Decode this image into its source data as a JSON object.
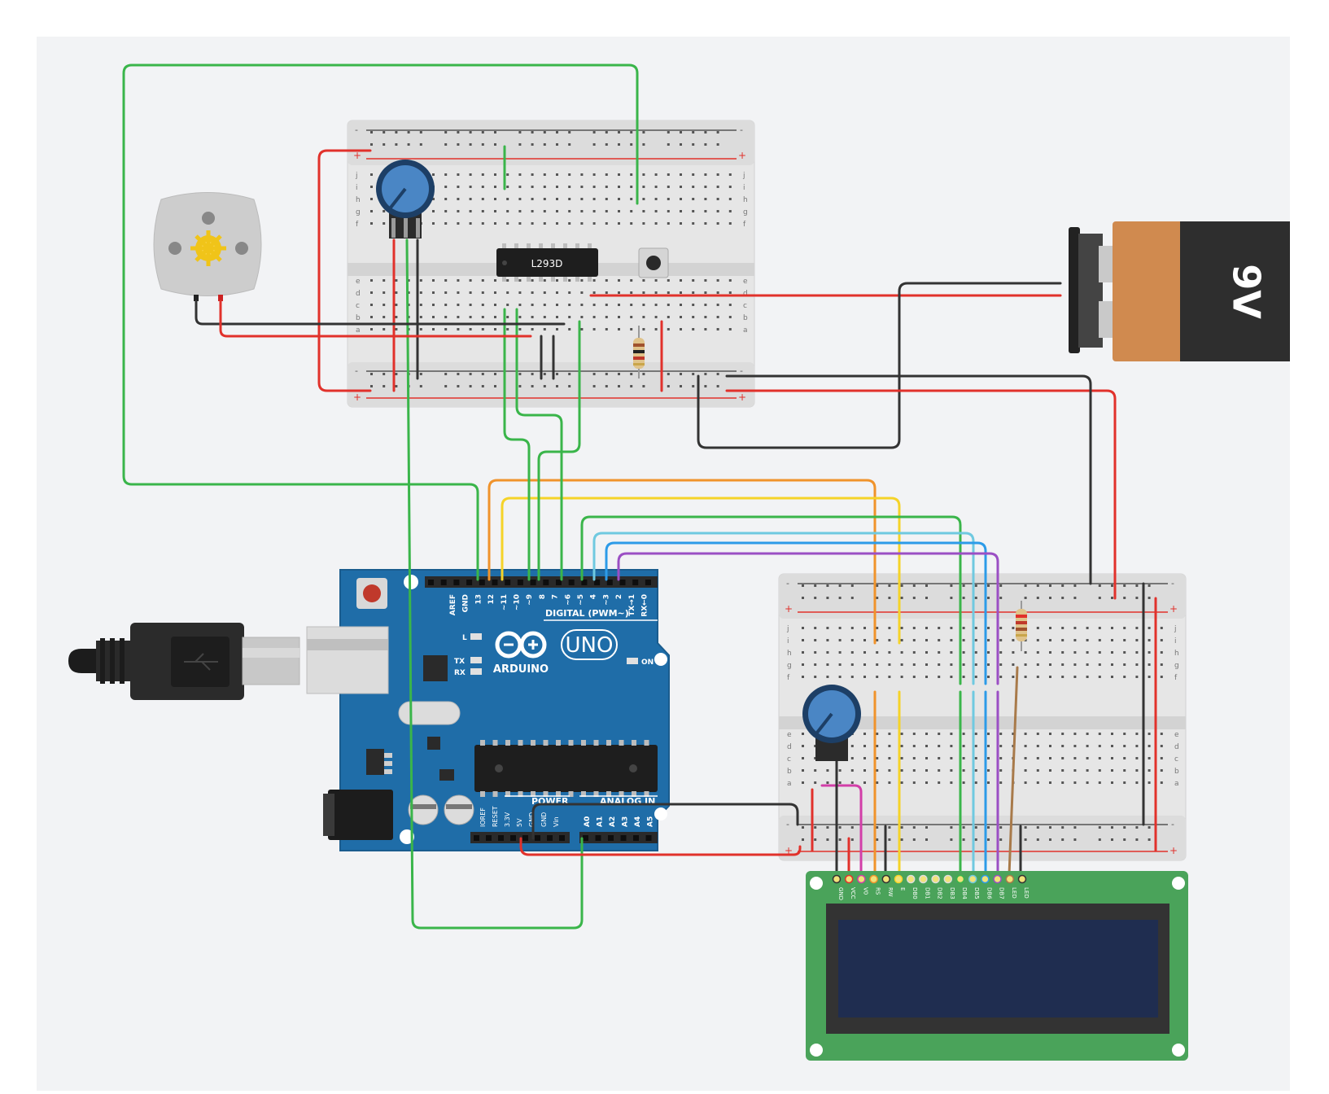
{
  "colors": {
    "canvas": "#f2f3f5",
    "breadboard": "#e8e8e8",
    "breadboard_rail": "#dedede",
    "arduino_blue": "#1f6da8",
    "wire_green": "#3ab54a",
    "wire_red": "#e1312b",
    "wire_black": "#333333",
    "wire_orange": "#f0932b",
    "wire_yellow": "#f5d328",
    "wire_lightblue": "#6fc9e0",
    "wire_blue": "#2c9be8",
    "wire_purple": "#9b4fc4",
    "wire_magenta": "#d23ea8",
    "wire_brown": "#a87a4a",
    "lcd_pcb": "#4aa35a",
    "lcd_screen": "#1f2d50",
    "battery_copper": "#d08a4f"
  },
  "icons": [
    "dc-motor-icon",
    "potentiometer-icon",
    "pushbutton-icon",
    "resistor-icon",
    "usb-cable-icon",
    "battery-icon"
  ],
  "arduino": {
    "logo": "ARDUINO",
    "model": "UNO",
    "digital_label": "DIGITAL (PWM~)",
    "power_label": "POWER",
    "analog_label": "ANALOG IN",
    "led_l": "L",
    "led_tx": "TX",
    "led_rx": "RX",
    "led_on": "ON",
    "digital_pins": [
      "AREF",
      "GND",
      "13",
      "12",
      "~11",
      "~10",
      "~9",
      "8",
      "7",
      "~6",
      "~5",
      "4",
      "~3",
      "2",
      "TX→1",
      "RX←0"
    ],
    "power_pins": [
      "IOREF",
      "RESET",
      "3.3V",
      "5V",
      "GND",
      "GND",
      "Vin"
    ],
    "analog_pins": [
      "A0",
      "A1",
      "A2",
      "A3",
      "A4",
      "A5"
    ]
  },
  "ic": {
    "label": "L293D"
  },
  "battery": {
    "label": "9V"
  },
  "lcd": {
    "pins": [
      "GND",
      "VCC",
      "V0",
      "RS",
      "RW",
      "E",
      "DB0",
      "DB1",
      "DB2",
      "DB3",
      "DB4",
      "DB5",
      "DB6",
      "DB7",
      "LED",
      "LED"
    ]
  },
  "breadboard": {
    "rows": [
      "j",
      "i",
      "h",
      "g",
      "f",
      "e",
      "d",
      "c",
      "b",
      "a"
    ],
    "rail_minus": "-",
    "rail_plus": "+"
  }
}
